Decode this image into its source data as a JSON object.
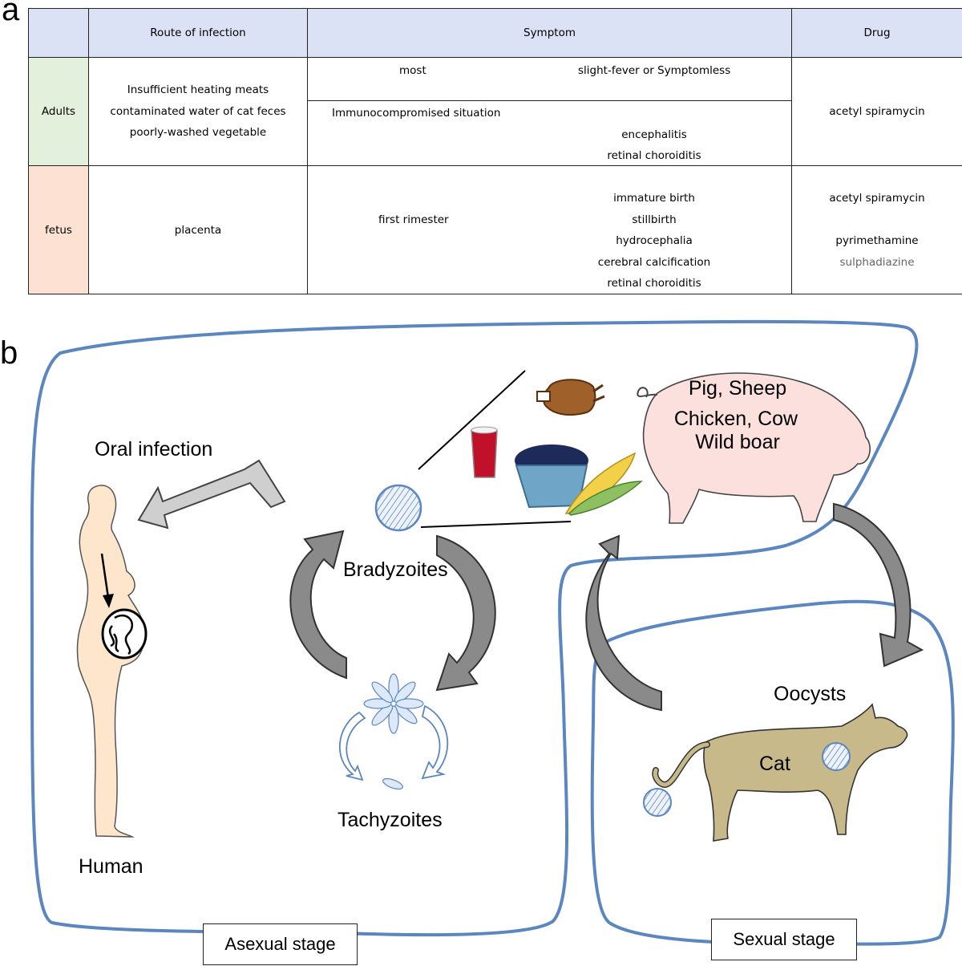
{
  "panels": {
    "a": "a",
    "b": "b"
  },
  "table": {
    "headers": {
      "route": "Route of infection",
      "symptom": "Symptom",
      "drug": "Drug"
    },
    "adults": {
      "label": "Adults",
      "route": [
        "Insufficient heating meats",
        "contaminated water of cat feces",
        "poorly-washed vegetable"
      ],
      "symptom_most_left": "most",
      "symptom_most_right": "slight-fever or Symptomless",
      "symptom_immuno": "Immunocompromised situation",
      "symptom_immuno_list": [
        "encephalitis",
        "retinal choroiditis"
      ],
      "drug": "acetyl spiramycin"
    },
    "fetus": {
      "label": "fetus",
      "route": "placenta",
      "symptom_left": "first rimester",
      "symptom_list": [
        "immature birth",
        "stillbirth",
        "hydrocephalia",
        "cerebral calcification",
        "retinal choroiditis"
      ],
      "drugs": [
        "acetyl spiramycin",
        "pyrimethamine",
        "sulphadiazine"
      ]
    }
  },
  "diagram": {
    "oral_infection": "Oral infection",
    "human": "Human",
    "bradyzoites": "Bradyzoites",
    "tachyzoites": "Tachyzoites",
    "hosts": [
      "Pig, Sheep",
      "Chicken, Cow",
      "Wild boar"
    ],
    "oocysts": "Oocysts",
    "cat": "Cat",
    "asexual_stage": "Asexual stage",
    "sexual_stage": "Sexual stage",
    "colors": {
      "boundary": "#5b86c0",
      "arrow_light": "#cfcfcf",
      "arrow_dark": "#8a8a8a",
      "pig": "#fbe0de",
      "cat": "#c8b98a",
      "human": "#fde6cc",
      "header": "#dbe2f5",
      "adult": "#e3f0dc",
      "fetus": "#fde2d4"
    }
  }
}
